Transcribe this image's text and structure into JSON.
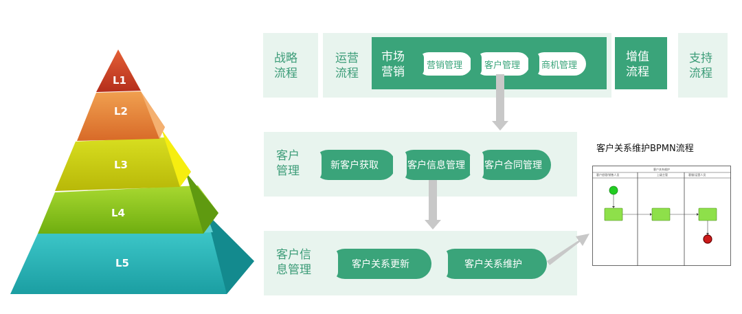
{
  "pyramid": {
    "levels": [
      {
        "label": "L1",
        "color": "#c8442a"
      },
      {
        "label": "L2",
        "color": "#e07a3c"
      },
      {
        "label": "L3",
        "color": "#c8cc10"
      },
      {
        "label": "L4",
        "color": "#8cbc18"
      },
      {
        "label": "L5",
        "color": "#2ab0b4"
      }
    ]
  },
  "row1": {
    "strategy": "战略\n流程",
    "operation": "运营\n流程",
    "marketing": "市场\n营销",
    "pills": [
      "营销管理",
      "客户管理",
      "商机管理"
    ],
    "value_added": "增值\n流程",
    "support": "支持\n流程"
  },
  "row2": {
    "label": "客户\n管理",
    "pills": [
      "新客户获取",
      "客户信息管理",
      "客户合同管理"
    ]
  },
  "row3": {
    "label": "客户信\n息管理",
    "pills": [
      "客户关系更新",
      "客户关系维护"
    ]
  },
  "bpmn": {
    "title": "客户关系维护BPMN流程",
    "pool_title": "客户关系维护",
    "lanes": [
      "客户经理/销售人员",
      "上级主管",
      "客服/运营人员"
    ]
  },
  "colors": {
    "accent": "#3aa47a",
    "pale": "#e8f4ee",
    "arrow": "#c8c8c8"
  }
}
